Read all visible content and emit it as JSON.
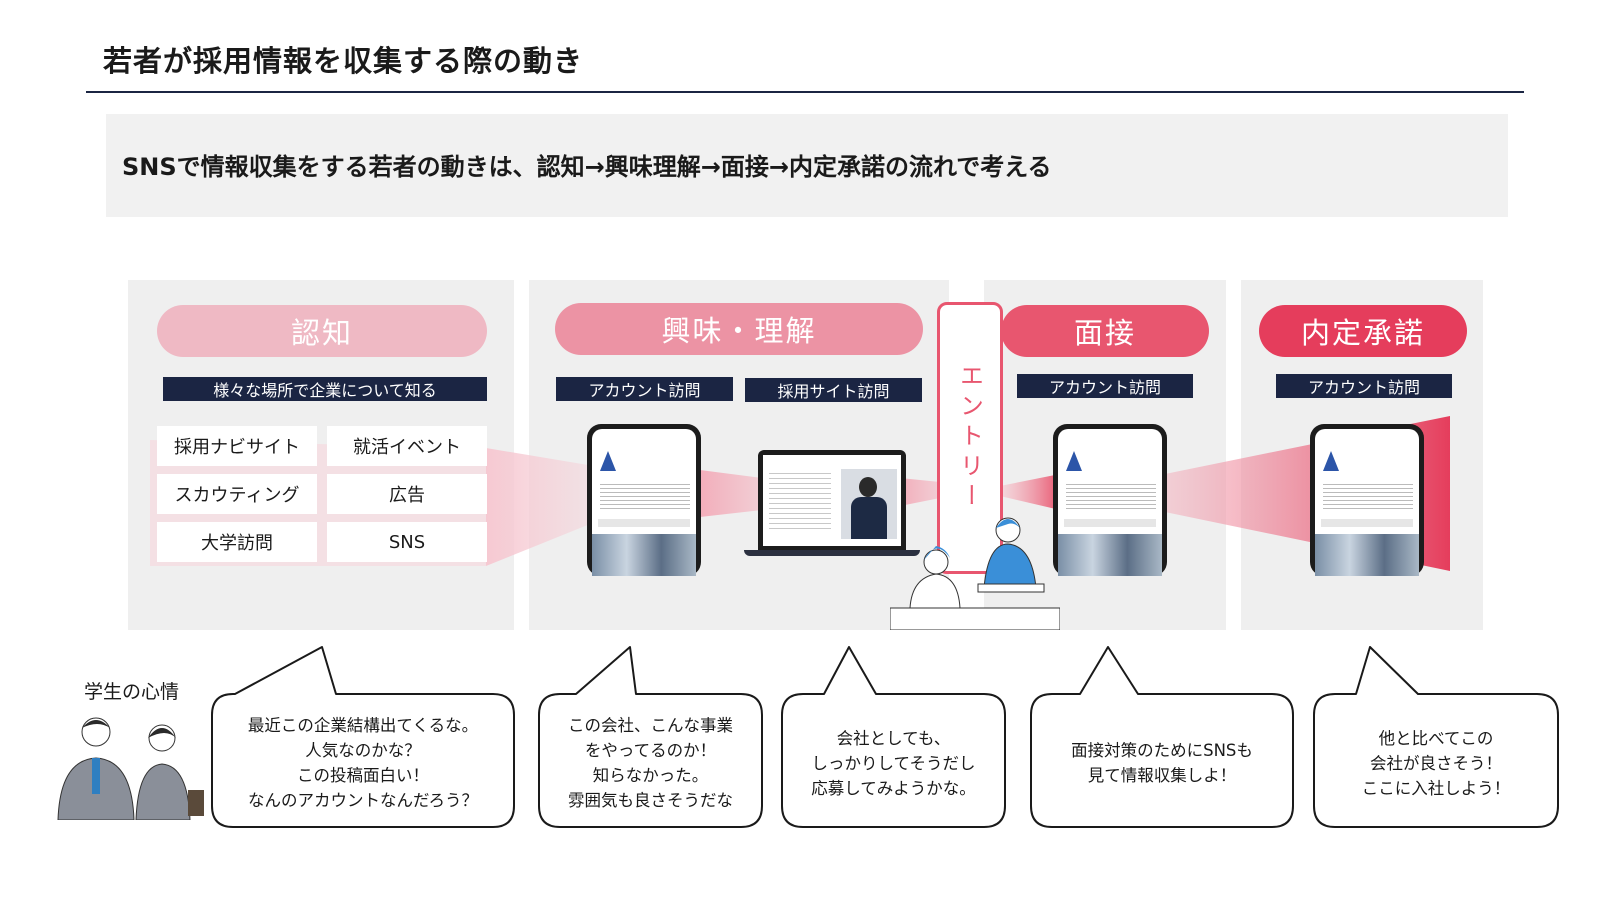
{
  "title": "若者が採用情報を収集する際の動き",
  "summary": "SNSで情報収集をする若者の動きは、認知→興味理解→面接→内定承諾の流れで考える",
  "stages": [
    {
      "label": "認知",
      "color": "#efb9c4",
      "tags": [
        "様々な場所で企業について知る"
      ]
    },
    {
      "label": "興味・理解",
      "color": "#ec93a4",
      "tags": [
        "アカウント訪問",
        "採用サイト訪問"
      ]
    },
    {
      "label": "面接",
      "color": "#e8566f",
      "tags": [
        "アカウント訪問"
      ]
    },
    {
      "label": "内定承諾",
      "color": "#e53d5c",
      "tags": [
        "アカウント訪問"
      ]
    }
  ],
  "sources": [
    "採用ナビサイト",
    "就活イベント",
    "スカウティング",
    "広告",
    "大学訪問",
    "SNS"
  ],
  "entry_label": "エントリー",
  "student_feelings_label": "学生の心情",
  "bubbles": [
    "最近この企業結構出てくるな。\n人気なのかな？\nこの投稿面白い！\nなんのアカウントなんだろう？",
    "この会社、こんな事業\nをやってるのか！\n知らなかった。\n雰囲気も良さそうだな",
    "会社としても、\nしっかりしてそうだし\n応募してみようかな。",
    "面接対策のためにSNSも\n見て情報収集しよ！",
    "他と比べてこの\n会社が良さそう！\nここに入社しよう！"
  ],
  "colors": {
    "navy": "#1b2543",
    "pink_light": "#efb9c4",
    "pink_mid": "#ec93a4",
    "pink_red": "#e8566f",
    "red": "#e53d5c"
  }
}
